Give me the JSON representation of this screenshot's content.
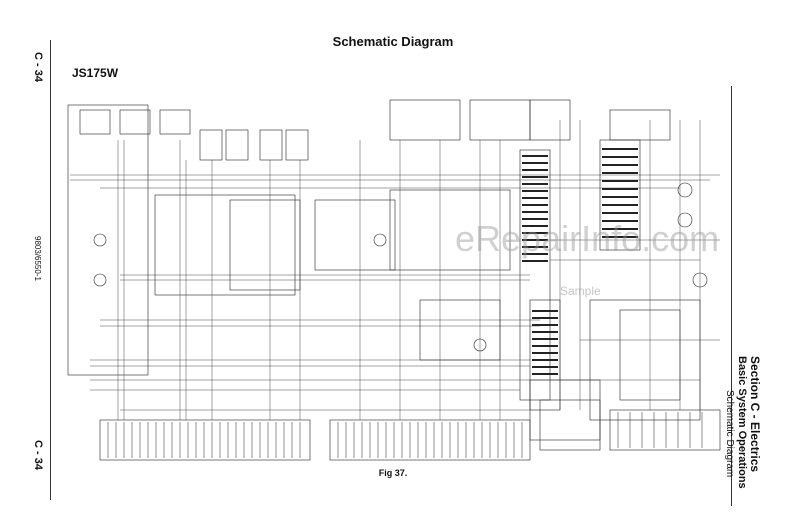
{
  "header": {
    "title": "Schematic Diagram",
    "model": "JS175W"
  },
  "side": {
    "page_top": "C - 34",
    "page_bottom": "C - 34",
    "doc_number": "9803/6550-1"
  },
  "section": {
    "title": "Section C - Electrics",
    "subtitle": "Basic System Operations",
    "subsubtitle": "Schematic Diagram"
  },
  "figure": {
    "caption": "Fig 37."
  },
  "watermark": {
    "main": "eRepairInfo.com",
    "sub": "Sample"
  }
}
